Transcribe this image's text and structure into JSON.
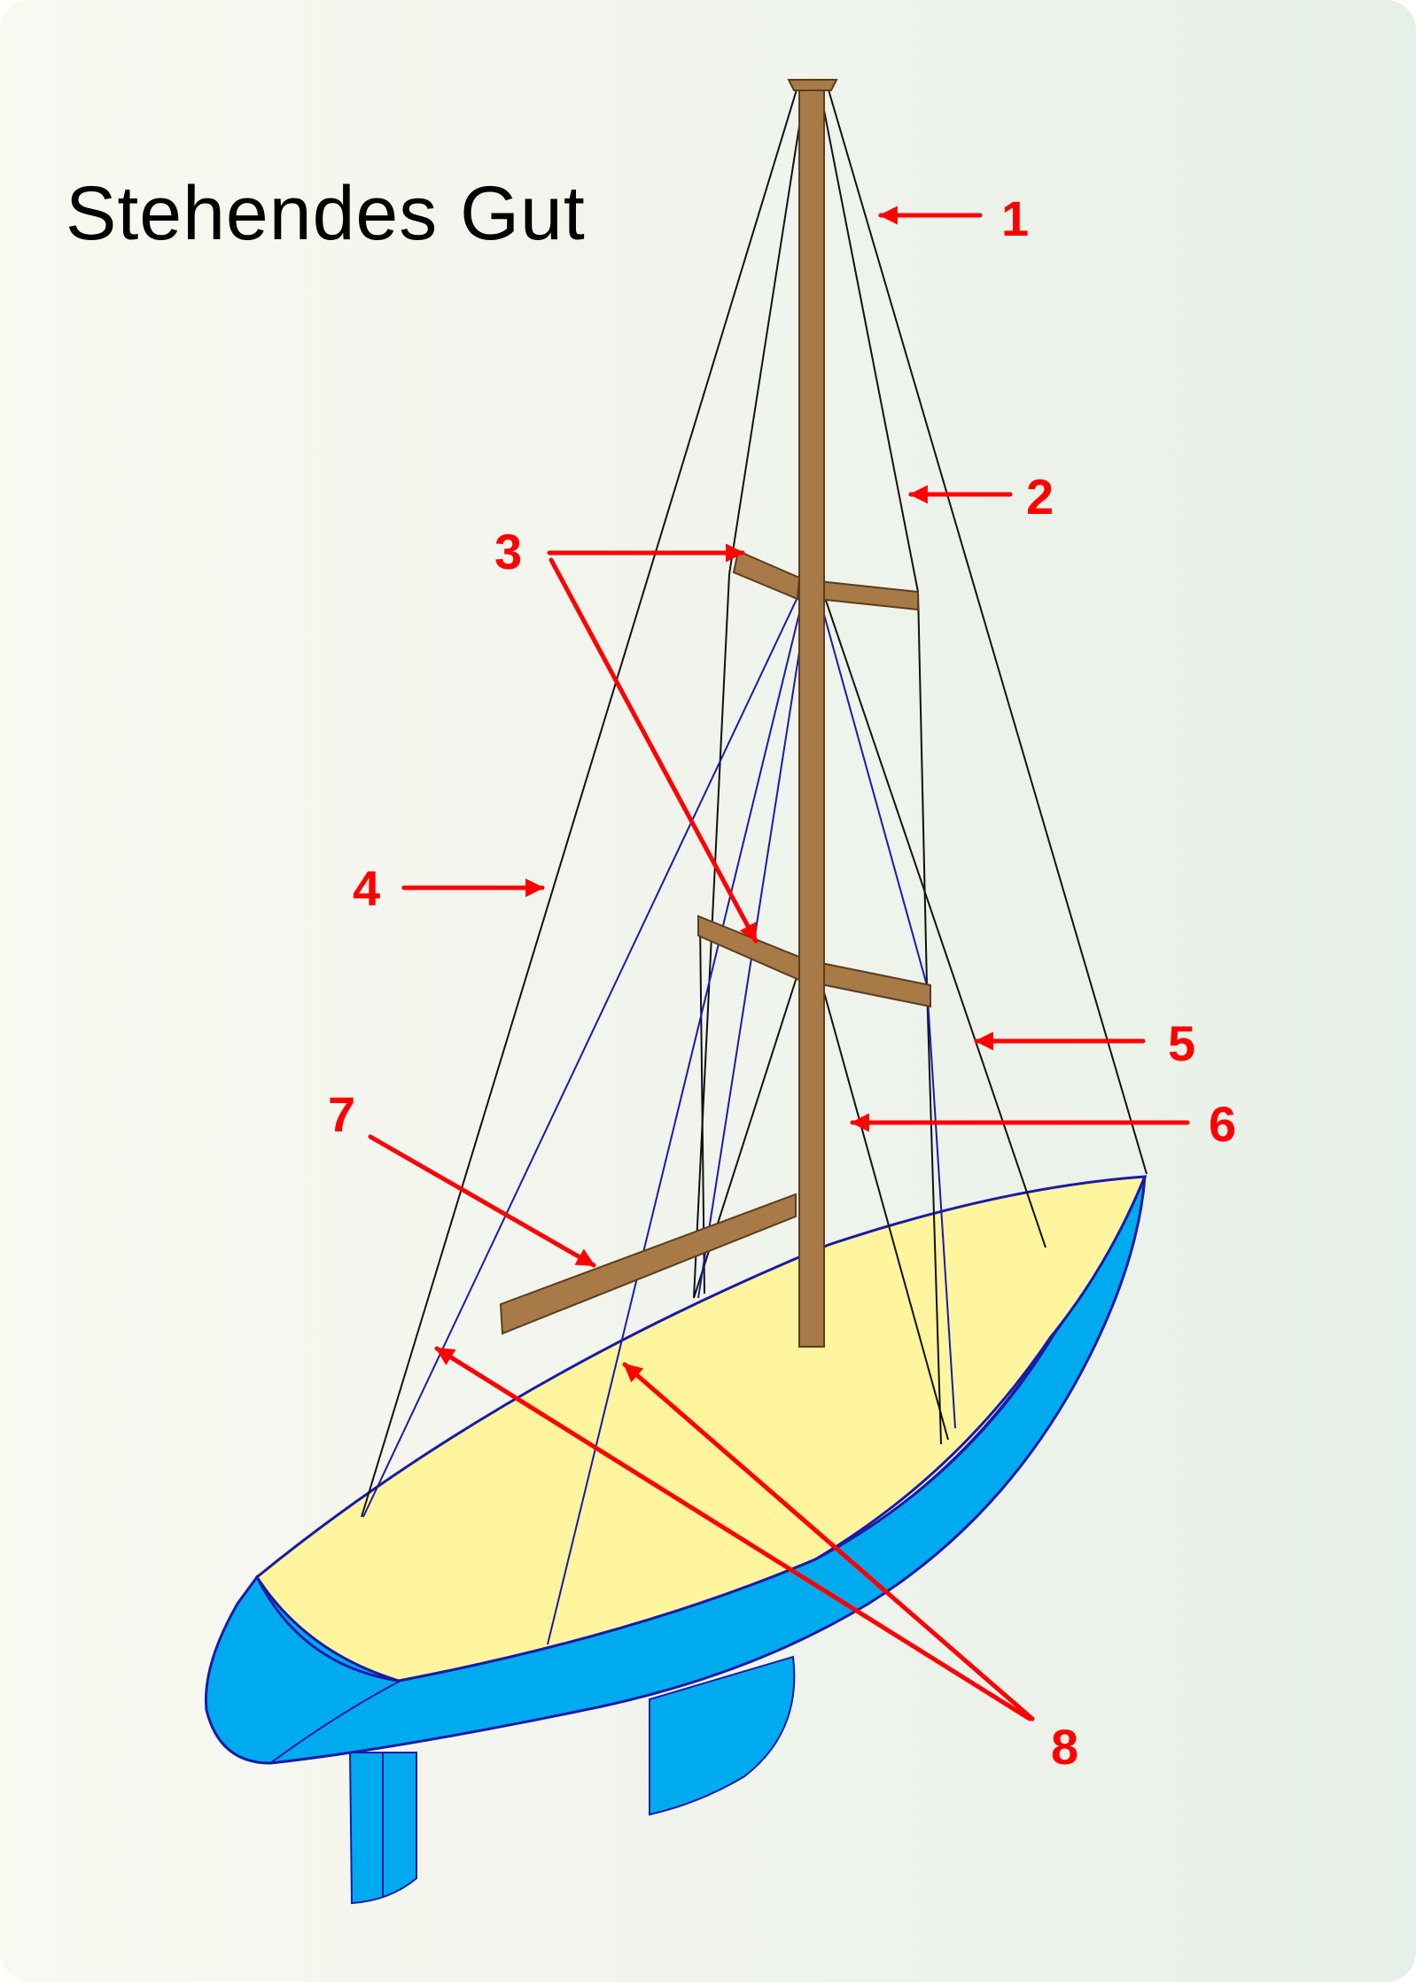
{
  "title": "Stehendes Gut",
  "colors": {
    "background": "#eef3ea",
    "hull": "#00aaee",
    "deck": "#fff59e",
    "spar": "#a87a48",
    "callout": "#ff0000",
    "shroud_blue": "#1a1aa8",
    "rigging_black": "#111111"
  },
  "callouts": [
    {
      "id": "1",
      "label": "1"
    },
    {
      "id": "2",
      "label": "2"
    },
    {
      "id": "3",
      "label": "3"
    },
    {
      "id": "4",
      "label": "4"
    },
    {
      "id": "5",
      "label": "5"
    },
    {
      "id": "6",
      "label": "6"
    },
    {
      "id": "7",
      "label": "7"
    },
    {
      "id": "8",
      "label": "8"
    }
  ]
}
